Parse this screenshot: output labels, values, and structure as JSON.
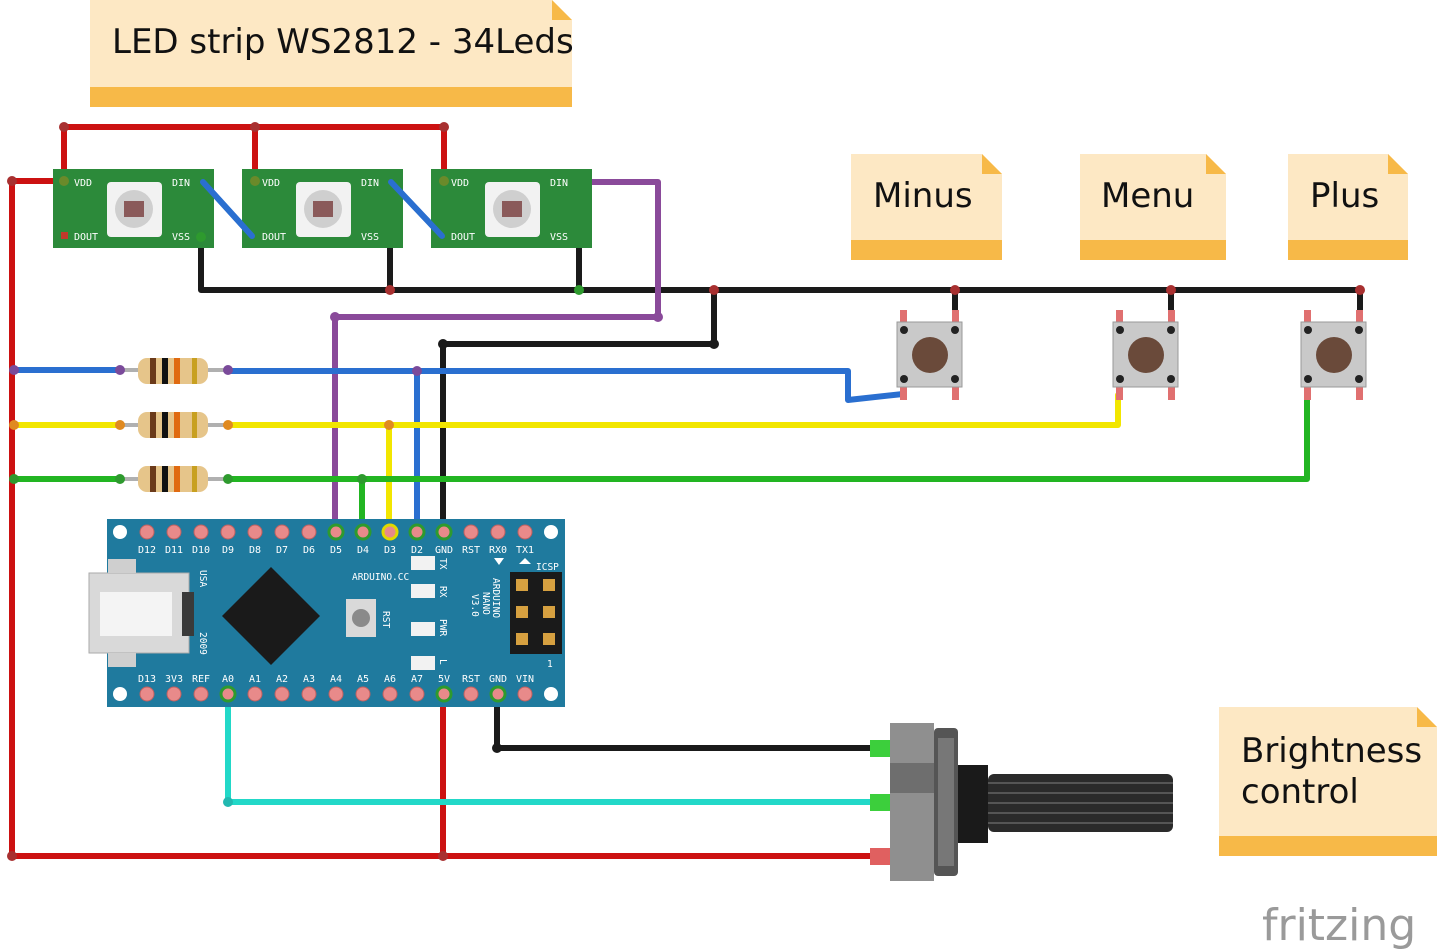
{
  "notes": {
    "led_strip": "LED strip WS2812 - 34Leds",
    "minus": "Minus",
    "menu": "Menu",
    "plus": "Plus",
    "brightness_line1": "Brightness",
    "brightness_line2": "control"
  },
  "led_labels": {
    "vdd": "VDD",
    "din": "DIN",
    "dout": "DOUT",
    "vss": "VSS"
  },
  "nano": {
    "top_pins": [
      "D12",
      "D11",
      "D10",
      "D9",
      "D8",
      "D7",
      "D6",
      "D5",
      "D4",
      "D3",
      "D2",
      "GND",
      "RST",
      "RX0",
      "TX1"
    ],
    "bottom_pins": [
      "D13",
      "3V3",
      "REF",
      "A0",
      "A1",
      "A2",
      "A3",
      "A4",
      "A5",
      "A6",
      "A7",
      "5V",
      "RST",
      "GND",
      "VIN"
    ],
    "brand": "ARDUINO.CC",
    "model_line1": "ARDUINO",
    "model_line2": "NANO",
    "model_line3": "V3.0",
    "usa": "USA",
    "year": "2009",
    "rst_btn": "RST",
    "icsp": "ICSP",
    "tx": "TX",
    "rx": "RX",
    "pwr": "PWR",
    "l": "L",
    "one": "1"
  },
  "watermark": "fritzing",
  "colors": {
    "wire_red": "#cc1111",
    "wire_black": "#1a1a1a",
    "wire_blue": "#2a6fd0",
    "wire_yellow": "#f2e600",
    "wire_green": "#22b522",
    "wire_purple": "#8a4a9a",
    "wire_cyan": "#22d8c8",
    "note_bg": "#fde8c4",
    "note_bar": "#f7b948",
    "pcb_green": "#2c8a3a",
    "nano_blue": "#1f7a9e"
  }
}
